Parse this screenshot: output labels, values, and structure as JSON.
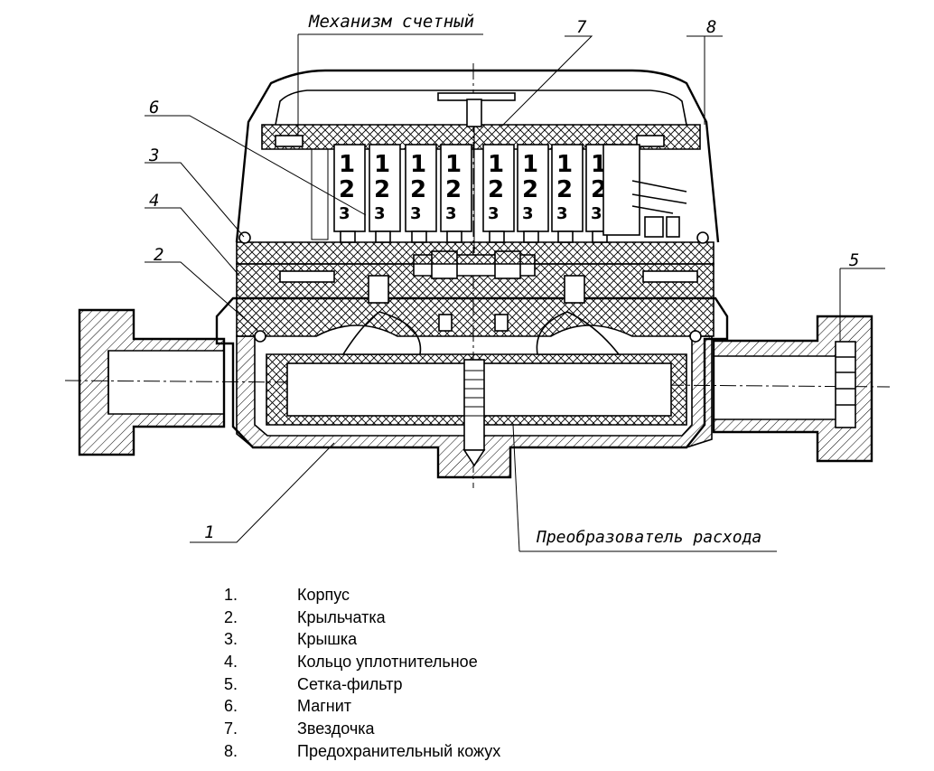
{
  "diagram": {
    "callouts": {
      "mechanism": "Механизм счетный",
      "converter": "Преобразователь расхода",
      "n1": "1",
      "n2": "2",
      "n3": "3",
      "n4": "4",
      "n5": "5",
      "n6": "6",
      "n7": "7",
      "n8": "8"
    },
    "counter_digits": [
      "1",
      "2",
      "3"
    ]
  },
  "legend": [
    {
      "num": "1.",
      "text": "Корпус"
    },
    {
      "num": "2.",
      "text": "Крыльчатка"
    },
    {
      "num": "3.",
      "text": "Крышка"
    },
    {
      "num": "4.",
      "text": "Кольцо уплотнительное"
    },
    {
      "num": "5.",
      "text": "Сетка-фильтр"
    },
    {
      "num": "6.",
      "text": "Магнит"
    },
    {
      "num": "7.",
      "text": "Звездочка"
    },
    {
      "num": "8.",
      "text": "Предохранительный кожух"
    }
  ]
}
